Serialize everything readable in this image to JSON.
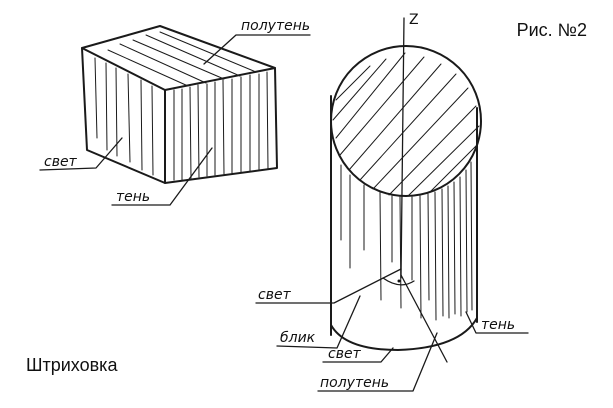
{
  "figure_number": "Рис. №2",
  "title": "Штриховка",
  "axis_label": "Z",
  "box_labels": {
    "penumbra": "полутень",
    "light": "свет",
    "shadow": "тень"
  },
  "cylinder_labels": {
    "light_upper": "свет",
    "highlight": "блик",
    "light_lower": "свет",
    "penumbra": "полутень",
    "shadow": "тень"
  }
}
